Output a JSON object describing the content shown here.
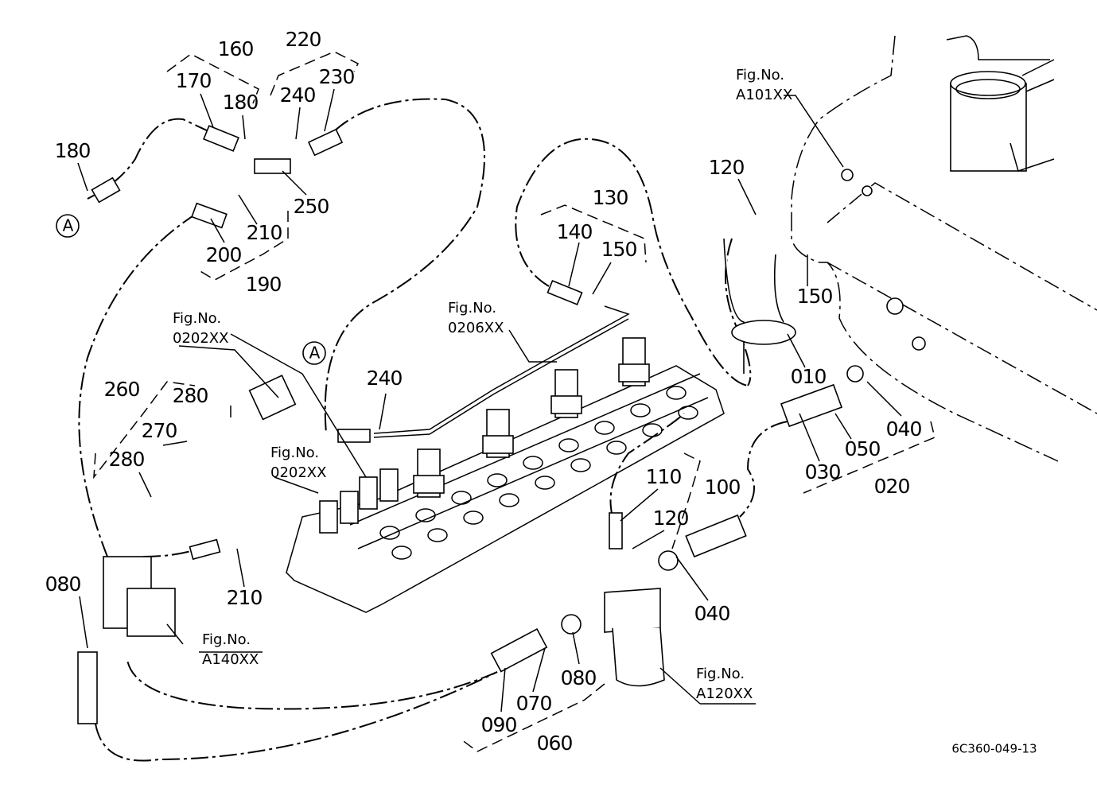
{
  "labels": {
    "p160": "160",
    "p220": "220",
    "p170": "170",
    "p180a": "180",
    "p240a": "240",
    "p230": "230",
    "p180b": "180",
    "p250": "250",
    "p210a": "210",
    "p200": "200",
    "p190": "190",
    "p120a": "120",
    "p130": "130",
    "p140": "140",
    "p150a": "150",
    "p150b": "150",
    "p010": "010",
    "p240b": "240",
    "p260": "260",
    "p280a": "280",
    "p270": "270",
    "p280b": "280",
    "p110": "110",
    "p100": "100",
    "p120b": "120",
    "p040a": "040",
    "p050": "050",
    "p030": "030",
    "p020": "020",
    "p210b": "210",
    "p080a": "080",
    "p040b": "040",
    "p080b": "080",
    "p070": "070",
    "p090": "090",
    "p060": "060"
  },
  "connectors": {
    "a1": "A",
    "a2": "A"
  },
  "figure_refs": {
    "fig_prefix": "Fig.No.",
    "a101": "A101XX",
    "f0206": "0206XX",
    "f0202a": "0202XX",
    "f0202b": "0202XX",
    "a140": "A140XX",
    "a120": "A120XX"
  },
  "drawing_code": "6C360-049-13"
}
